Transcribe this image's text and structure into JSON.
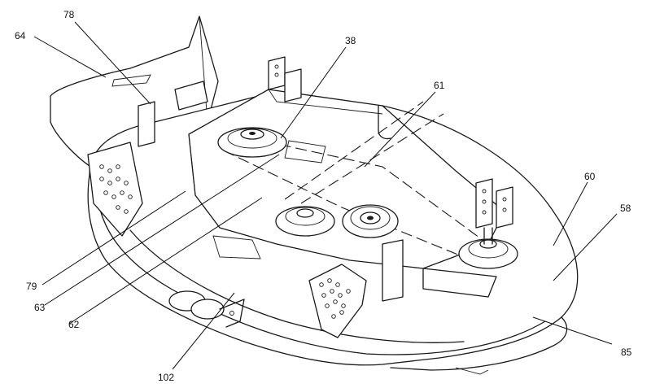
{
  "callouts": [
    {
      "id": "c64",
      "label": "64"
    },
    {
      "id": "c78",
      "label": "78"
    },
    {
      "id": "c38",
      "label": "38"
    },
    {
      "id": "c61",
      "label": "61"
    },
    {
      "id": "c60",
      "label": "60"
    },
    {
      "id": "c58",
      "label": "58"
    },
    {
      "id": "c79",
      "label": "79"
    },
    {
      "id": "c63",
      "label": "63"
    },
    {
      "id": "c62",
      "label": "62"
    },
    {
      "id": "c85",
      "label": "85"
    },
    {
      "id": "c102",
      "label": "102"
    }
  ]
}
